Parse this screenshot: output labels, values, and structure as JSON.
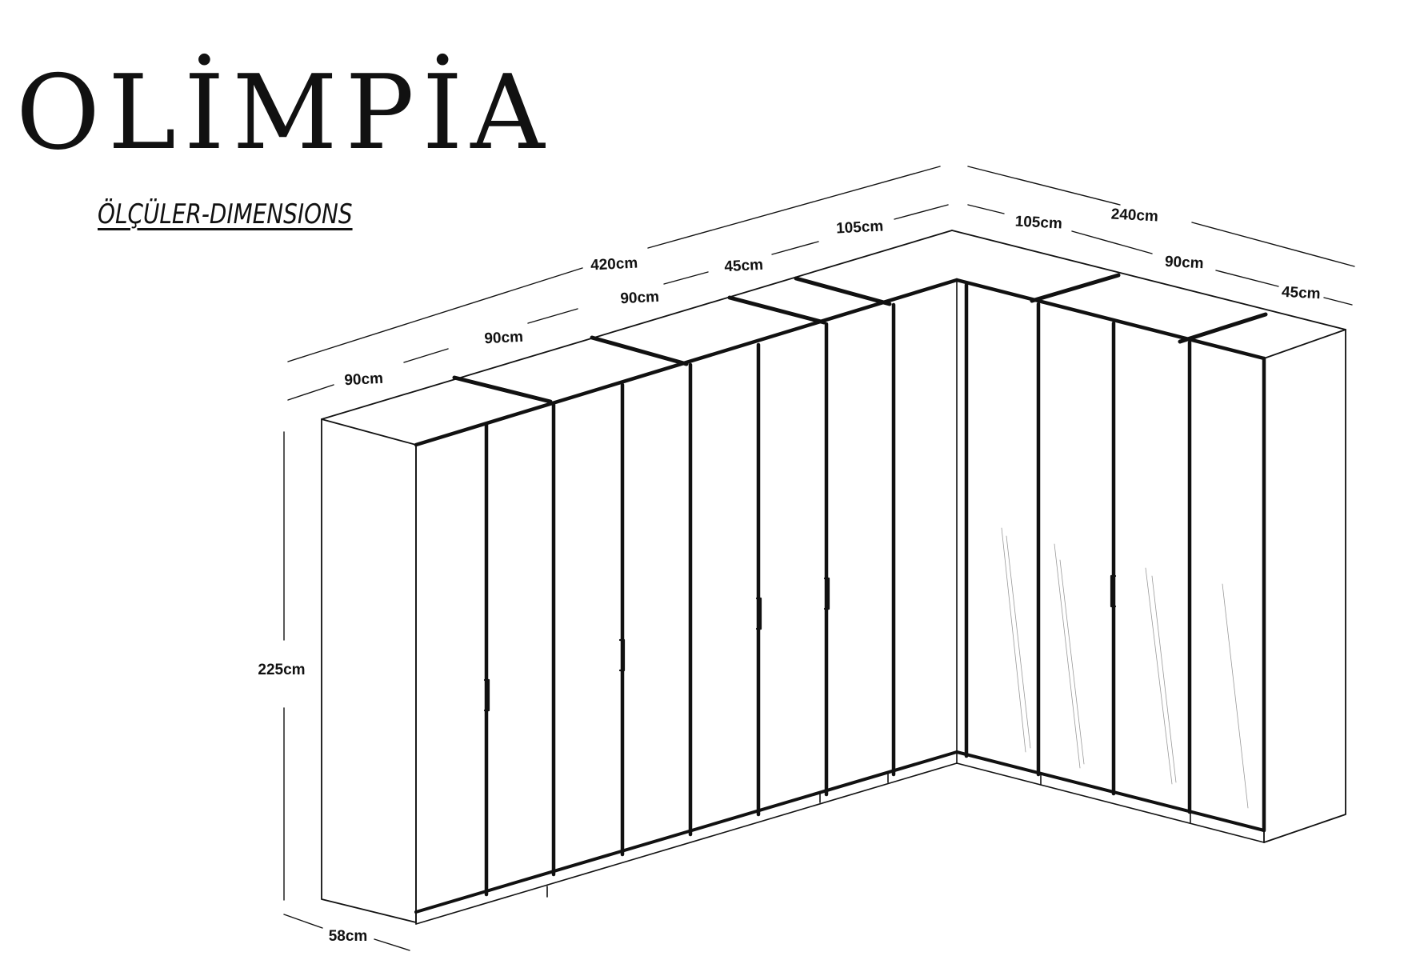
{
  "brand": {
    "title": "OLİMPİA",
    "subtitle": "ÖLÇÜLER-DIMENSIONS"
  },
  "dimensions": {
    "total_left_wall": "420cm",
    "total_right_wall": "240cm",
    "height": "225cm",
    "depth": "58cm",
    "left_modules": [
      "90cm",
      "90cm",
      "90cm",
      "45cm",
      "105cm"
    ],
    "right_modules": [
      "105cm",
      "90cm",
      "45cm"
    ]
  }
}
